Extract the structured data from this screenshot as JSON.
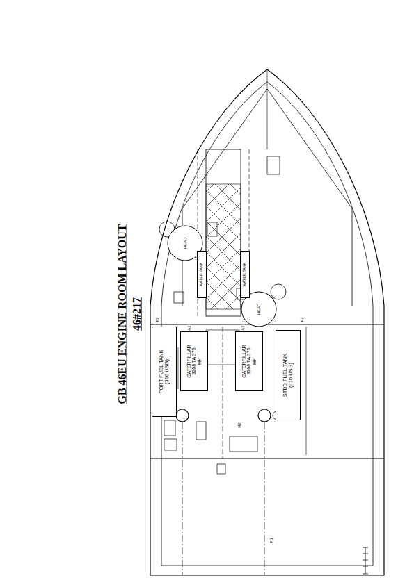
{
  "diagram": {
    "title": "GB 46EU ENGINE ROOM LAYOUT",
    "nodes": [
      {
        "text": [
          "PORT FUEL TANK (316 USG)"
        ]
      },
      {
        "text": [
          "CATERPILLAR 3208 TA 375 HP"
        ]
      },
      {
        "text": [
          "CATERPILLAR 3208 TA 375 HP"
        ]
      },
      {
        "text": [
          "STBD FUEL TANK (316 USG)"
        ]
      },
      {
        "text": [
          "HEAD"
        ]
      },
      {
        "text": [
          "HEAD"
        ]
      },
      {
        "text": [
          "WATER TANK"
        ]
      },
      {
        "text": [
          "WATER TANK"
        ]
      }
    ],
    "labels": [
      "46#217",
      "A2",
      "A2",
      "F2",
      "F2",
      "R2",
      "R1"
    ]
  }
}
